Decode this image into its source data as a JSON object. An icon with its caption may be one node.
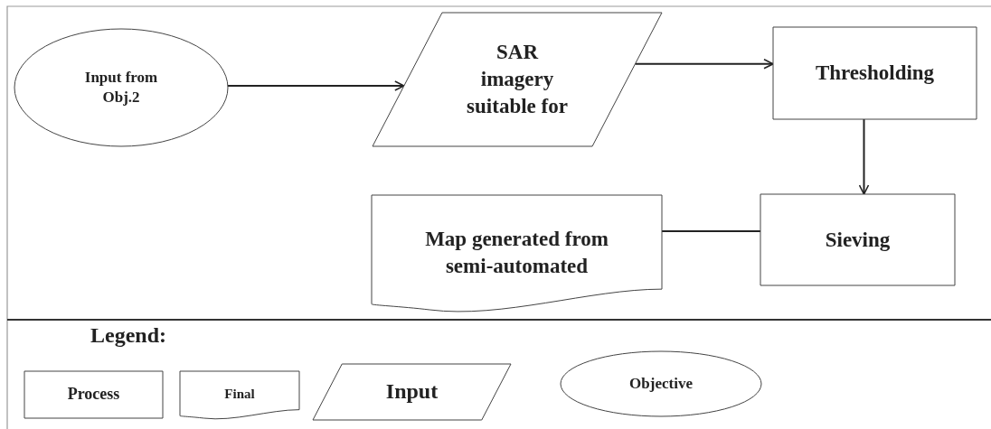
{
  "diagram": {
    "nodes": [
      {
        "text": [
          "Input from Obj.2"
        ]
      },
      {
        "text": [
          "SAR imagery suitable for"
        ]
      },
      {
        "text": [
          "Thresholding"
        ]
      },
      {
        "text": [
          "Map generated from semi-automated"
        ]
      },
      {
        "text": [
          "Sieving"
        ]
      },
      {
        "text": [
          "Process"
        ]
      },
      {
        "text": [
          "Final"
        ]
      },
      {
        "text": [
          "Input"
        ]
      },
      {
        "text": [
          "Objective"
        ]
      }
    ],
    "edges": [
      {
        "from": 0,
        "to": 1,
        "arrow": "to"
      },
      {
        "from": 1,
        "to": 2,
        "arrow": "to"
      },
      {
        "from": 2,
        "to": 4,
        "arrow": "to"
      },
      {
        "from": 4,
        "to": 3,
        "arrow": "none"
      }
    ],
    "labels": [
      "Legend:"
    ]
  }
}
